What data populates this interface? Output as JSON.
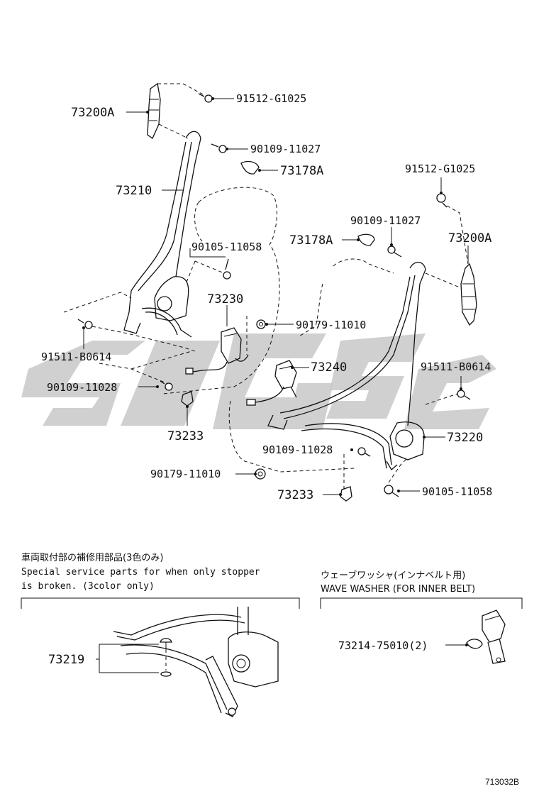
{
  "labels": {
    "p73200A_left": "73200A",
    "p91512_left": "91512-G1025",
    "p90109_11027_left": "90109-11027",
    "p73178A_left": "73178A",
    "p73210": "73210",
    "p90105_11058_top": "90105-11058",
    "p73230": "73230",
    "p90179_11010_mid": "90179-11010",
    "p91511_left": "91511-B0614",
    "p90109_11028_left": "90109-11028",
    "p73233_left": "73233",
    "p90179_11010_bot": "90179-11010",
    "p73233_bot": "73233",
    "p91512_right": "91512-G1025",
    "p90109_11027_right": "90109-11027",
    "p73178A_right": "73178A",
    "p73200A_right": "73200A",
    "p73240": "73240",
    "p91511_right": "91511-B0614",
    "p73220": "73220",
    "p90109_11028_bot": "90109-11028",
    "p90105_11058_bot": "90105-11058"
  },
  "notes": {
    "special_jp": "車両取付部の補修用部品(3色のみ)",
    "special_en_1": "Special service parts for when only stopper",
    "special_en_2": " is broken. (3color only)",
    "washer_jp": "ウェーブワッシャ(インナベルト用)",
    "washer_en": "WAVE WASHER (FOR INNER BELT)",
    "p73219": "73219",
    "p73214": "73214-75010(2)"
  },
  "footer": {
    "diagram_code": "713032B"
  },
  "icons": {
    "watermark": "brand-watermark-logo",
    "bolt": "bolt-icon",
    "nut": "nut-icon"
  }
}
